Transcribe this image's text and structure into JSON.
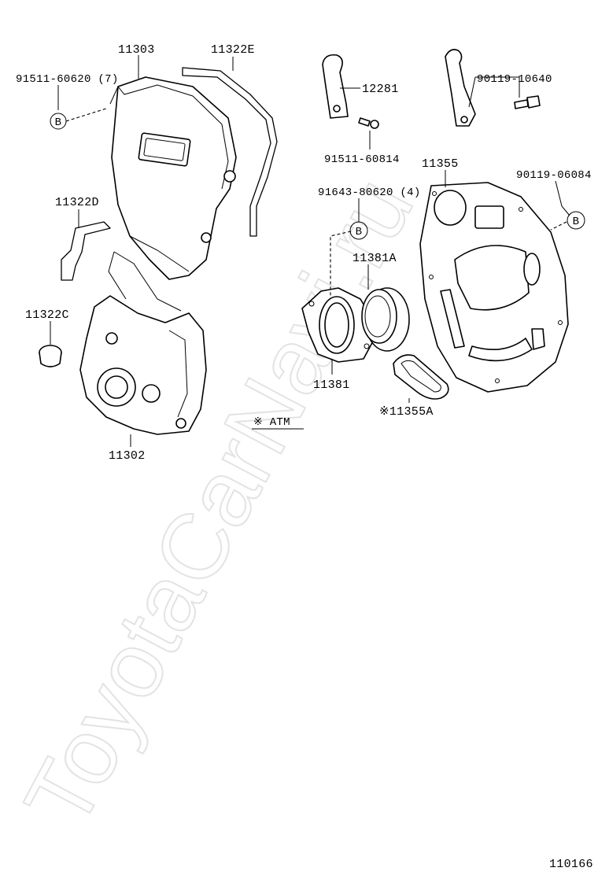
{
  "watermark": "ToyotaCarNavi.ru",
  "figure_number": "110166",
  "note": "※ ATM",
  "ref_marker": "B",
  "labels": {
    "p11303": "11303",
    "p11322E": "11322E",
    "p91511_60620": "91511-60620 (7)",
    "p11322D": "11322D",
    "p11322C": "11322C",
    "p11302": "11302",
    "p12281": "12281",
    "p91511_60814": "91511-60814",
    "p90119_10640": "90119-10640",
    "p11355": "11355",
    "p90119_06084": "90119-06084",
    "p91643_80620": "91643-80620 (4)",
    "p11381A": "11381A",
    "p11381": "11381",
    "p11355A": "※11355A"
  }
}
